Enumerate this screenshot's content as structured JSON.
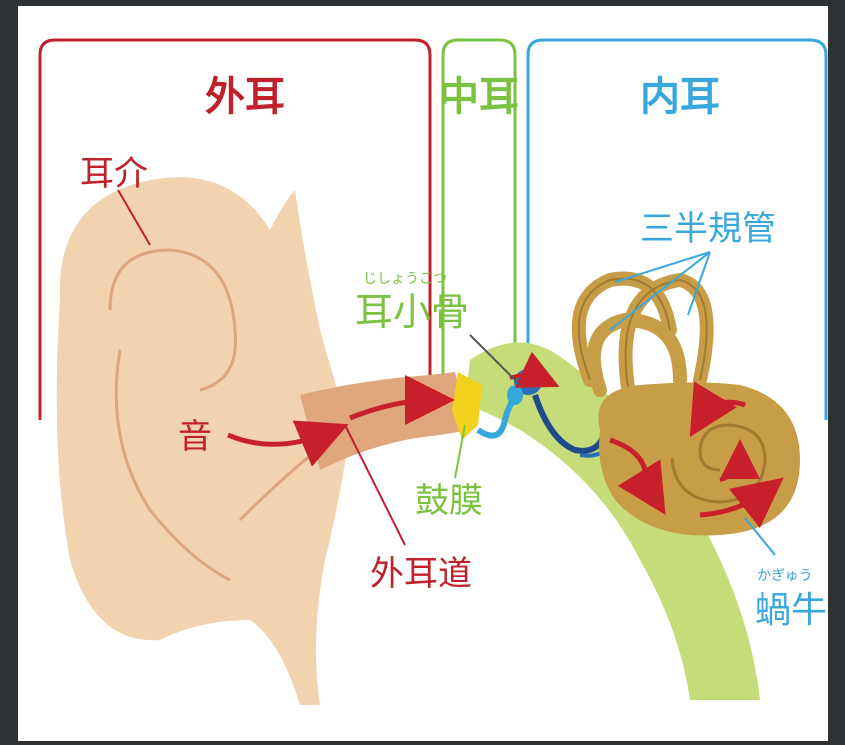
{
  "sections": {
    "outer": {
      "label": "外耳",
      "color": "#c0202a"
    },
    "middle": {
      "label": "中耳",
      "color": "#7cc242"
    },
    "inner": {
      "label": "内耳",
      "color": "#38a8dc"
    }
  },
  "labels": {
    "pinna": "耳介",
    "sound": "音",
    "ear_canal": "外耳道",
    "ossicles": "耳小骨",
    "ossicles_ruby": "じしょうこつ",
    "eardrum": "鼓膜",
    "semicircular_canals": "三半規管",
    "cochlea": "蝸牛",
    "cochlea_ruby": "かぎゅう"
  },
  "colors": {
    "skin": "#f1d3b0",
    "skin_line": "#dca77c",
    "canal": "#e0a67c",
    "arrow_red": "#c8202a",
    "tube_green": "#c6dc78",
    "eardrum_yellow": "#f3d21d",
    "inner_gold": "#c89d48",
    "ossicle_blue": "#2a6fb8",
    "frame_dark": "#2f3235"
  }
}
